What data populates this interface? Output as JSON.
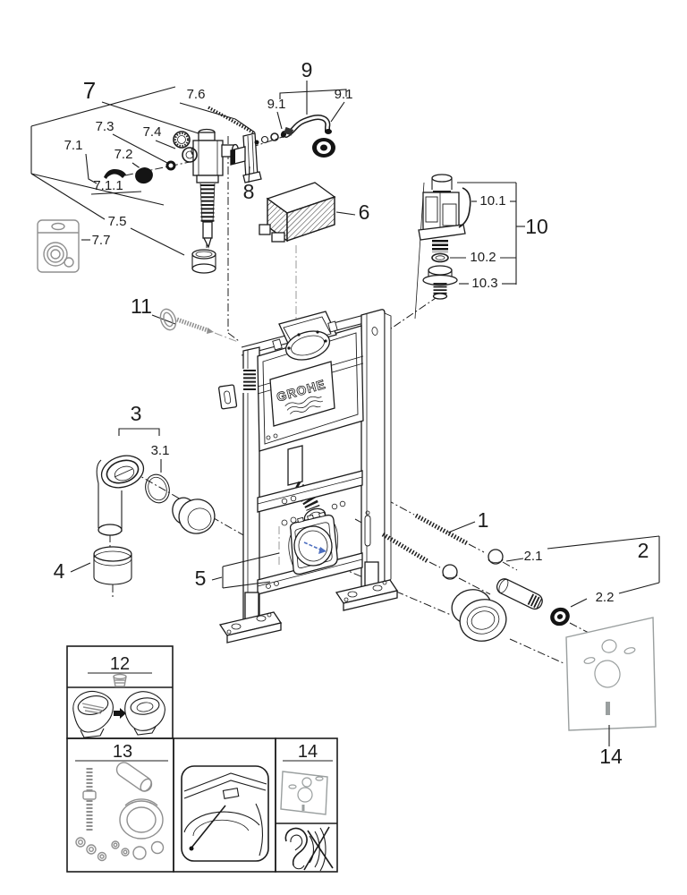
{
  "meta": {
    "type": "exploded-parts-diagram",
    "product": "wall-mounted cistern installation frame"
  },
  "brand": {
    "logo_text": "GROHE"
  },
  "colors": {
    "line": "#1c1c1c",
    "gray_parts": "#8f8f8f",
    "mat_gray": "#9a9f9f",
    "blue_accent": "#4d6fc0",
    "background": "#ffffff"
  },
  "callouts": {
    "p1": "1",
    "p2": "2",
    "p2_1": "2.1",
    "p2_2": "2.2",
    "p3": "3",
    "p3_1": "3.1",
    "p4": "4",
    "p5": "5",
    "p6": "6",
    "p7": "7",
    "p7_1": "7.1",
    "p7_1_1": "7.1.1",
    "p7_2": "7.2",
    "p7_3": "7.3",
    "p7_4": "7.4",
    "p7_5": "7.5",
    "p7_6": "7.6",
    "p7_7": "7.7",
    "p8": "8",
    "p9": "9",
    "p9_1": "9.1",
    "p10": "10",
    "p10_1": "10.1",
    "p10_2": "10.2",
    "p10_3": "10.3",
    "p11": "11",
    "p12": "12",
    "p13": "13",
    "p14": "14"
  },
  "icons": {
    "noise_reduction": "ear-crossed-icon",
    "spare_parts_bag": "parts-bag-icon",
    "toilet_conversion": "wall-hung-toilet-arrow-icon",
    "protective_cover": "hatched-box",
    "sound_insulation_mat": "gasket-mat"
  }
}
